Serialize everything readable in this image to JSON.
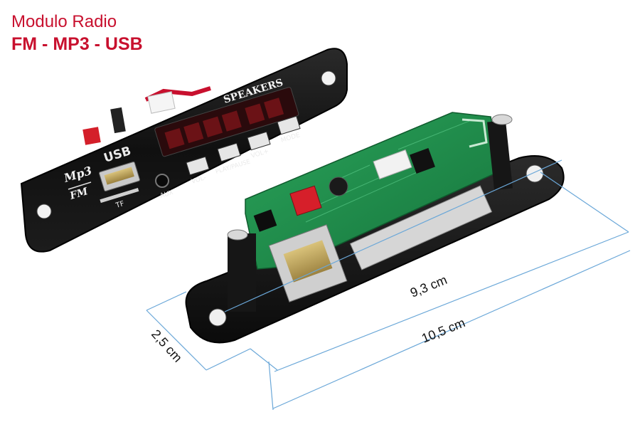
{
  "title": {
    "line1": "Modulo Radio",
    "line2": "FM - MP3 - USB"
  },
  "panel": {
    "speakers_label": "SPEAKERS",
    "usb_label": "USB",
    "tf_label": "TF",
    "aux_label": "AUX",
    "logo_top": "Mp3",
    "logo_bottom": "FM",
    "buttons": [
      "VOL-",
      "PLAY/PAUSE",
      "VOL+",
      "MODE"
    ]
  },
  "dimensions": {
    "inner_length": "9,3 cm",
    "outer_length": "10,5 cm",
    "depth": "2,5 cm"
  },
  "colors": {
    "title": "#c8102e",
    "pcb": "#1f8a4c",
    "panel": "#121212",
    "dimension_line": "#6aa7d8"
  }
}
